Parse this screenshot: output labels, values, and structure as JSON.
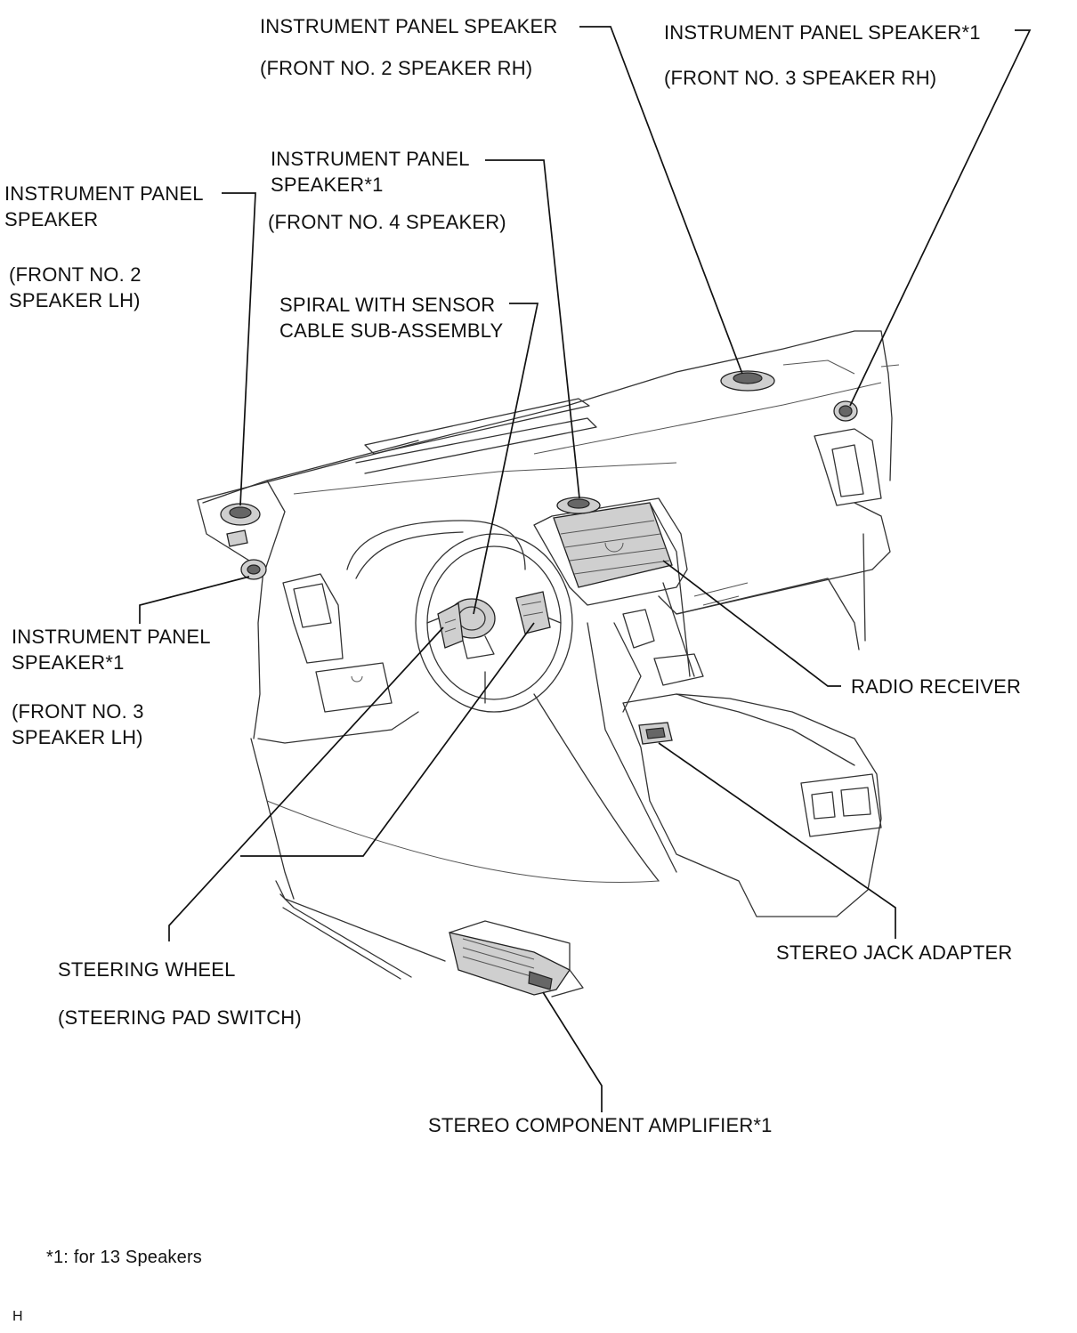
{
  "labels": {
    "ip_speaker_front2_rh": [
      "INSTRUMENT PANEL SPEAKER",
      "(FRONT NO. 2 SPEAKER RH)"
    ],
    "ip_speaker_front3_rh": [
      "INSTRUMENT PANEL SPEAKER*1",
      "(FRONT NO. 3 SPEAKER RH)"
    ],
    "ip_speaker_front4": [
      "INSTRUMENT PANEL",
      "SPEAKER*1",
      "(FRONT NO. 4 SPEAKER)"
    ],
    "ip_speaker_front2_lh": [
      "INSTRUMENT PANEL",
      "SPEAKER",
      "(FRONT NO. 2",
      "SPEAKER LH)"
    ],
    "spiral_cable": [
      "SPIRAL WITH SENSOR",
      "CABLE SUB-ASSEMBLY"
    ],
    "ip_speaker_front3_lh": [
      "INSTRUMENT PANEL",
      "SPEAKER*1",
      "(FRONT NO. 3",
      "SPEAKER LH)"
    ],
    "radio_receiver": [
      "RADIO RECEIVER"
    ],
    "stereo_jack_adapter": [
      "STEREO JACK ADAPTER"
    ],
    "steering_wheel": [
      "STEERING WHEEL",
      "(STEERING PAD SWITCH)"
    ],
    "stereo_component_amplifier": [
      "STEREO COMPONENT AMPLIFIER*1"
    ]
  },
  "footnote": "*1: for 13 Speakers",
  "figure_code": "H"
}
